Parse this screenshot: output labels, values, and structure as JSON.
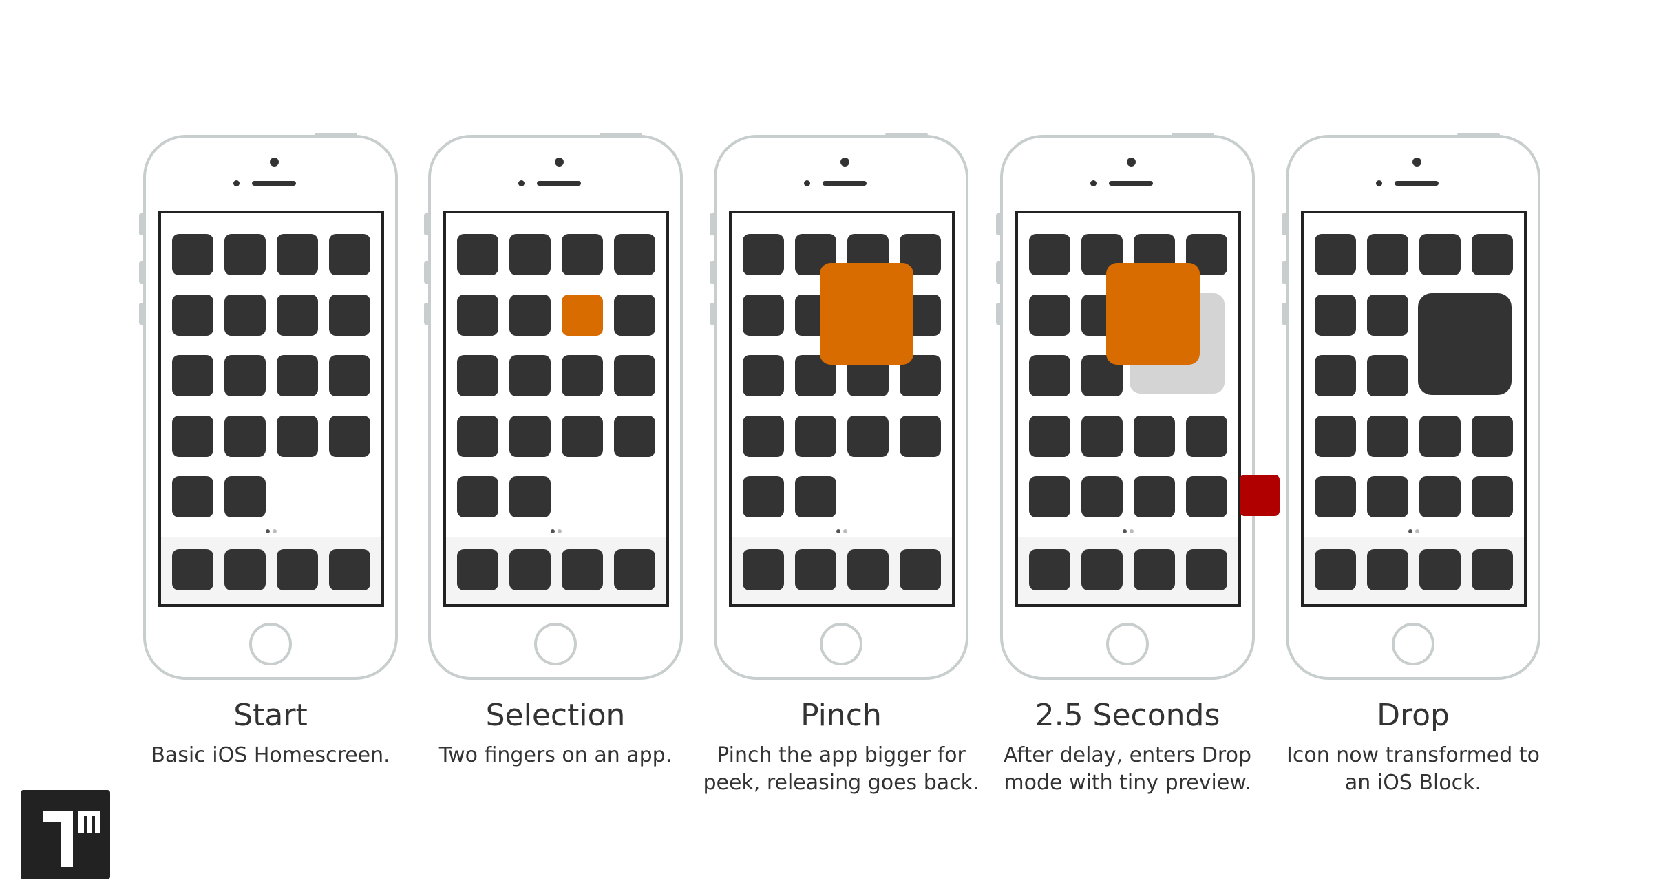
{
  "colors": {
    "app_icon": "#333333",
    "selected_app": "#d96c00",
    "drop_preview": "#b00000",
    "ghost": "#d4d4d4",
    "phone_outline": "#c8cdcd"
  },
  "steps": [
    {
      "title": "Start",
      "description": "Basic iOS Homescreen."
    },
    {
      "title": "Selection",
      "description": "Two fingers on an app."
    },
    {
      "title": "Pinch",
      "description": "Pinch the app bigger for\npeek, releasing goes back."
    },
    {
      "title": "2.5 Seconds",
      "description": "After delay, enters Drop\nmode with tiny preview."
    },
    {
      "title": "Drop",
      "description": "Icon now transformed to\nan iOS Block."
    }
  ],
  "logo": {
    "icon": "1m-logo-icon"
  }
}
